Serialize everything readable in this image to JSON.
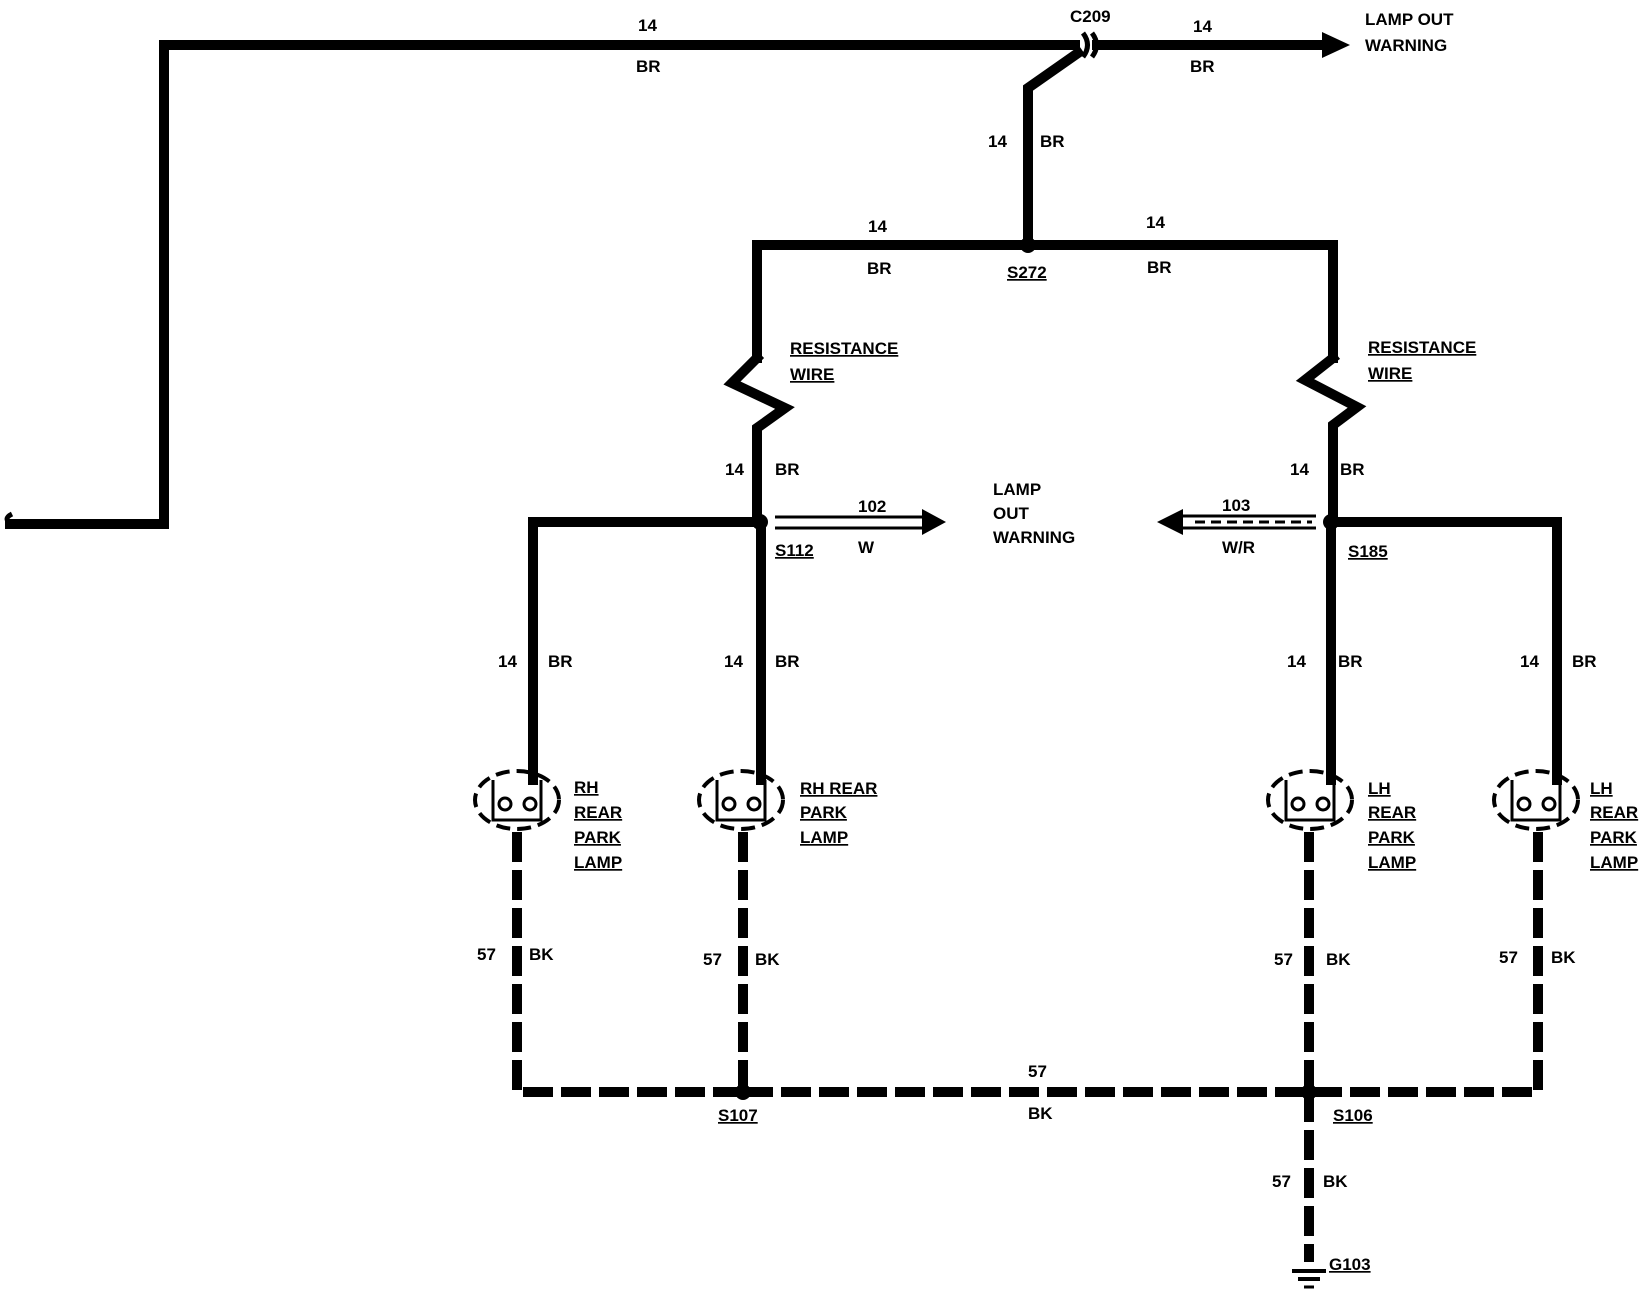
{
  "wires": {
    "main_top_left": {
      "gauge": "14",
      "color": "BR"
    },
    "main_top_right": {
      "gauge": "14",
      "color": "BR"
    },
    "c209_drop": {
      "gauge": "14",
      "color": "BR"
    },
    "s272_left": {
      "gauge": "14",
      "color": "BR"
    },
    "s272_right": {
      "gauge": "14",
      "color": "BR"
    },
    "left_resist_below": {
      "gauge": "14",
      "color": "BR"
    },
    "right_resist_below": {
      "gauge": "14",
      "color": "BR"
    },
    "left_outer_feed": {
      "gauge": "14",
      "color": "BR"
    },
    "left_inner_feed": {
      "gauge": "14",
      "color": "BR"
    },
    "right_inner_feed": {
      "gauge": "14",
      "color": "BR"
    },
    "right_outer_feed": {
      "gauge": "14",
      "color": "BR"
    },
    "w102": {
      "gauge": "102",
      "color": "W"
    },
    "w103": {
      "gauge": "103",
      "color": "W/R"
    },
    "ground_1": {
      "gauge": "57",
      "color": "BK"
    },
    "ground_2": {
      "gauge": "57",
      "color": "BK"
    },
    "ground_3": {
      "gauge": "57",
      "color": "BK"
    },
    "ground_4": {
      "gauge": "57",
      "color": "BK"
    },
    "ground_bus": {
      "gauge": "57",
      "color": "BK"
    },
    "ground_main": {
      "gauge": "57",
      "color": "BK"
    }
  },
  "connectors": {
    "c209": "C209",
    "s272": "S272",
    "s112": "S112",
    "s185": "S185",
    "s107": "S107",
    "s106": "S106",
    "g103": "G103"
  },
  "labels": {
    "lamp_out_warning_top": [
      "LAMP OUT",
      "WARNING"
    ],
    "lamp_out_warning_center": [
      "LAMP",
      "OUT",
      "WARNING"
    ],
    "resistance_wire_left": [
      "RESISTANCE",
      "WIRE"
    ],
    "resistance_wire_right": [
      "RESISTANCE",
      "WIRE"
    ]
  },
  "lamps": [
    {
      "lines": [
        "RH",
        "REAR",
        "PARK",
        "LAMP"
      ]
    },
    {
      "lines": [
        "RH REAR",
        "PARK",
        "LAMP"
      ]
    },
    {
      "lines": [
        "LH",
        "REAR",
        "PARK",
        "LAMP"
      ]
    },
    {
      "lines": [
        "LH",
        "REAR",
        "PARK",
        "LAMP"
      ]
    }
  ]
}
